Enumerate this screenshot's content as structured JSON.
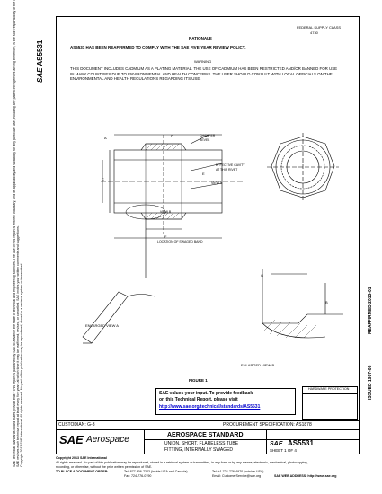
{
  "header": {
    "federal_supply_class": "FEDERAL SUPPLY CLASS",
    "fsc_code": "4730",
    "rationale_title": "RATIONALE",
    "rationale_text": "AS5531 HAS BEEN REAFFIRMED TO COMPLY WITH THE SAE FIVE-YEAR REVIEW POLICY.",
    "warning_title": "WARNING",
    "warning_text": "THIS DOCUMENT INCLUDES CADMIUM AS A PLATING MATERIAL. THE USE OF CADMIUM HAS BEEN RESTRICTED AND/OR BANNED FOR USE IN MANY COUNTRIES DUE TO ENVIRONMENTAL AND HEALTH CONCERNS. THE USER SHOULD CONSULT WITH LOCAL OFFICIALS ON THE ENVIRONMENTAL AND HEALTH REGULATIONS REGARDING ITS USE."
  },
  "drawing": {
    "labels": {
      "chamfer": "CHAMFER",
      "bevel": "BEVEL",
      "dim_a": "A",
      "dim_c": "C",
      "dim_d": "D",
      "dim_e": "E",
      "dim_f": "F",
      "dim_g": "G",
      "dim_b": "B",
      "effective_cavity_1": "EFFECTIVE CAVITY",
      "effective_cavity_2": "AT THIS RIVET",
      "view_a": "VIEW A",
      "view_b": "VIEW B",
      "location_swaged_band": "LOCATION OF SWAGED BAND",
      "enlarged_view_a": "ENLARGED VIEW A",
      "enlarged_view_b": "ENLARGED VIEW B",
      "figure": "FIGURE 1"
    }
  },
  "feedback": {
    "line1": "SAE values your input. To provide feedback",
    "line2": "on this Technical Report, please visit",
    "url": "http://www.sae.org/technical/standards/AS5531"
  },
  "hardware": {
    "label": "HARDWARE PROTECTION"
  },
  "sidebar": {
    "logo": "SAE",
    "doc_id": "AS5531",
    "legal_lines": [
      "SAE Technical Standards Board Rules provide that: \"This report is published by SAE to advance the state of technical and engineering sciences. The use of this report is entirely voluntary, and its applicability and suitability for any particular use, including any patent infringement arising therefrom, is the sole responsibility of the user.\"",
      "SAE reviews each technical report at least every five years at which time it may be reaffirmed, revised, or cancelled. SAE invites your written comments and suggestions.",
      "Copyright 2013 SAE International. All rights reserved. No part of this publication may be reproduced, stored in a retrieval system or transmitted."
    ]
  },
  "right_margin": {
    "reaffirmed": "REAFFIRMED 2013-01",
    "issued": "ISSUED 1997-08"
  },
  "title_block": {
    "custodian": "CUSTODIAN: G-3",
    "procurement": "PROCUREMENT SPECIFICATION: AS1878",
    "standard": "AEROSPACE STANDARD",
    "desc1": "UNION, SHORT, FLARELESS TUBE",
    "desc2": "FITTING, INTERNALLY SWAGED",
    "doc_number": "AS5531",
    "sheet": "SHEET 1 OF 4",
    "logo_text": "Aerospace"
  },
  "footer": {
    "copyright": "Copyright 2013 SAE International",
    "line1": "All rights reserved. No part of this publication may be reproduced, stored in a retrieval system or transmitted, in any form or by any means, electronic, mechanical, photocopying,",
    "line2": "recording, or otherwise, without the prior written permission of SAE.",
    "orders": "TO PLACE A DOCUMENT ORDER:",
    "tel1": "Tel: 877-606-7323 (inside USA and Canada)",
    "tel2": "Tel: +1 724-776-4970 (outside USA)",
    "fax": "Fax: 724-776-0790",
    "email": "Email: CustomerService@sae.org",
    "web": "SAE WEB ADDRESS: http://www.sae.org"
  }
}
